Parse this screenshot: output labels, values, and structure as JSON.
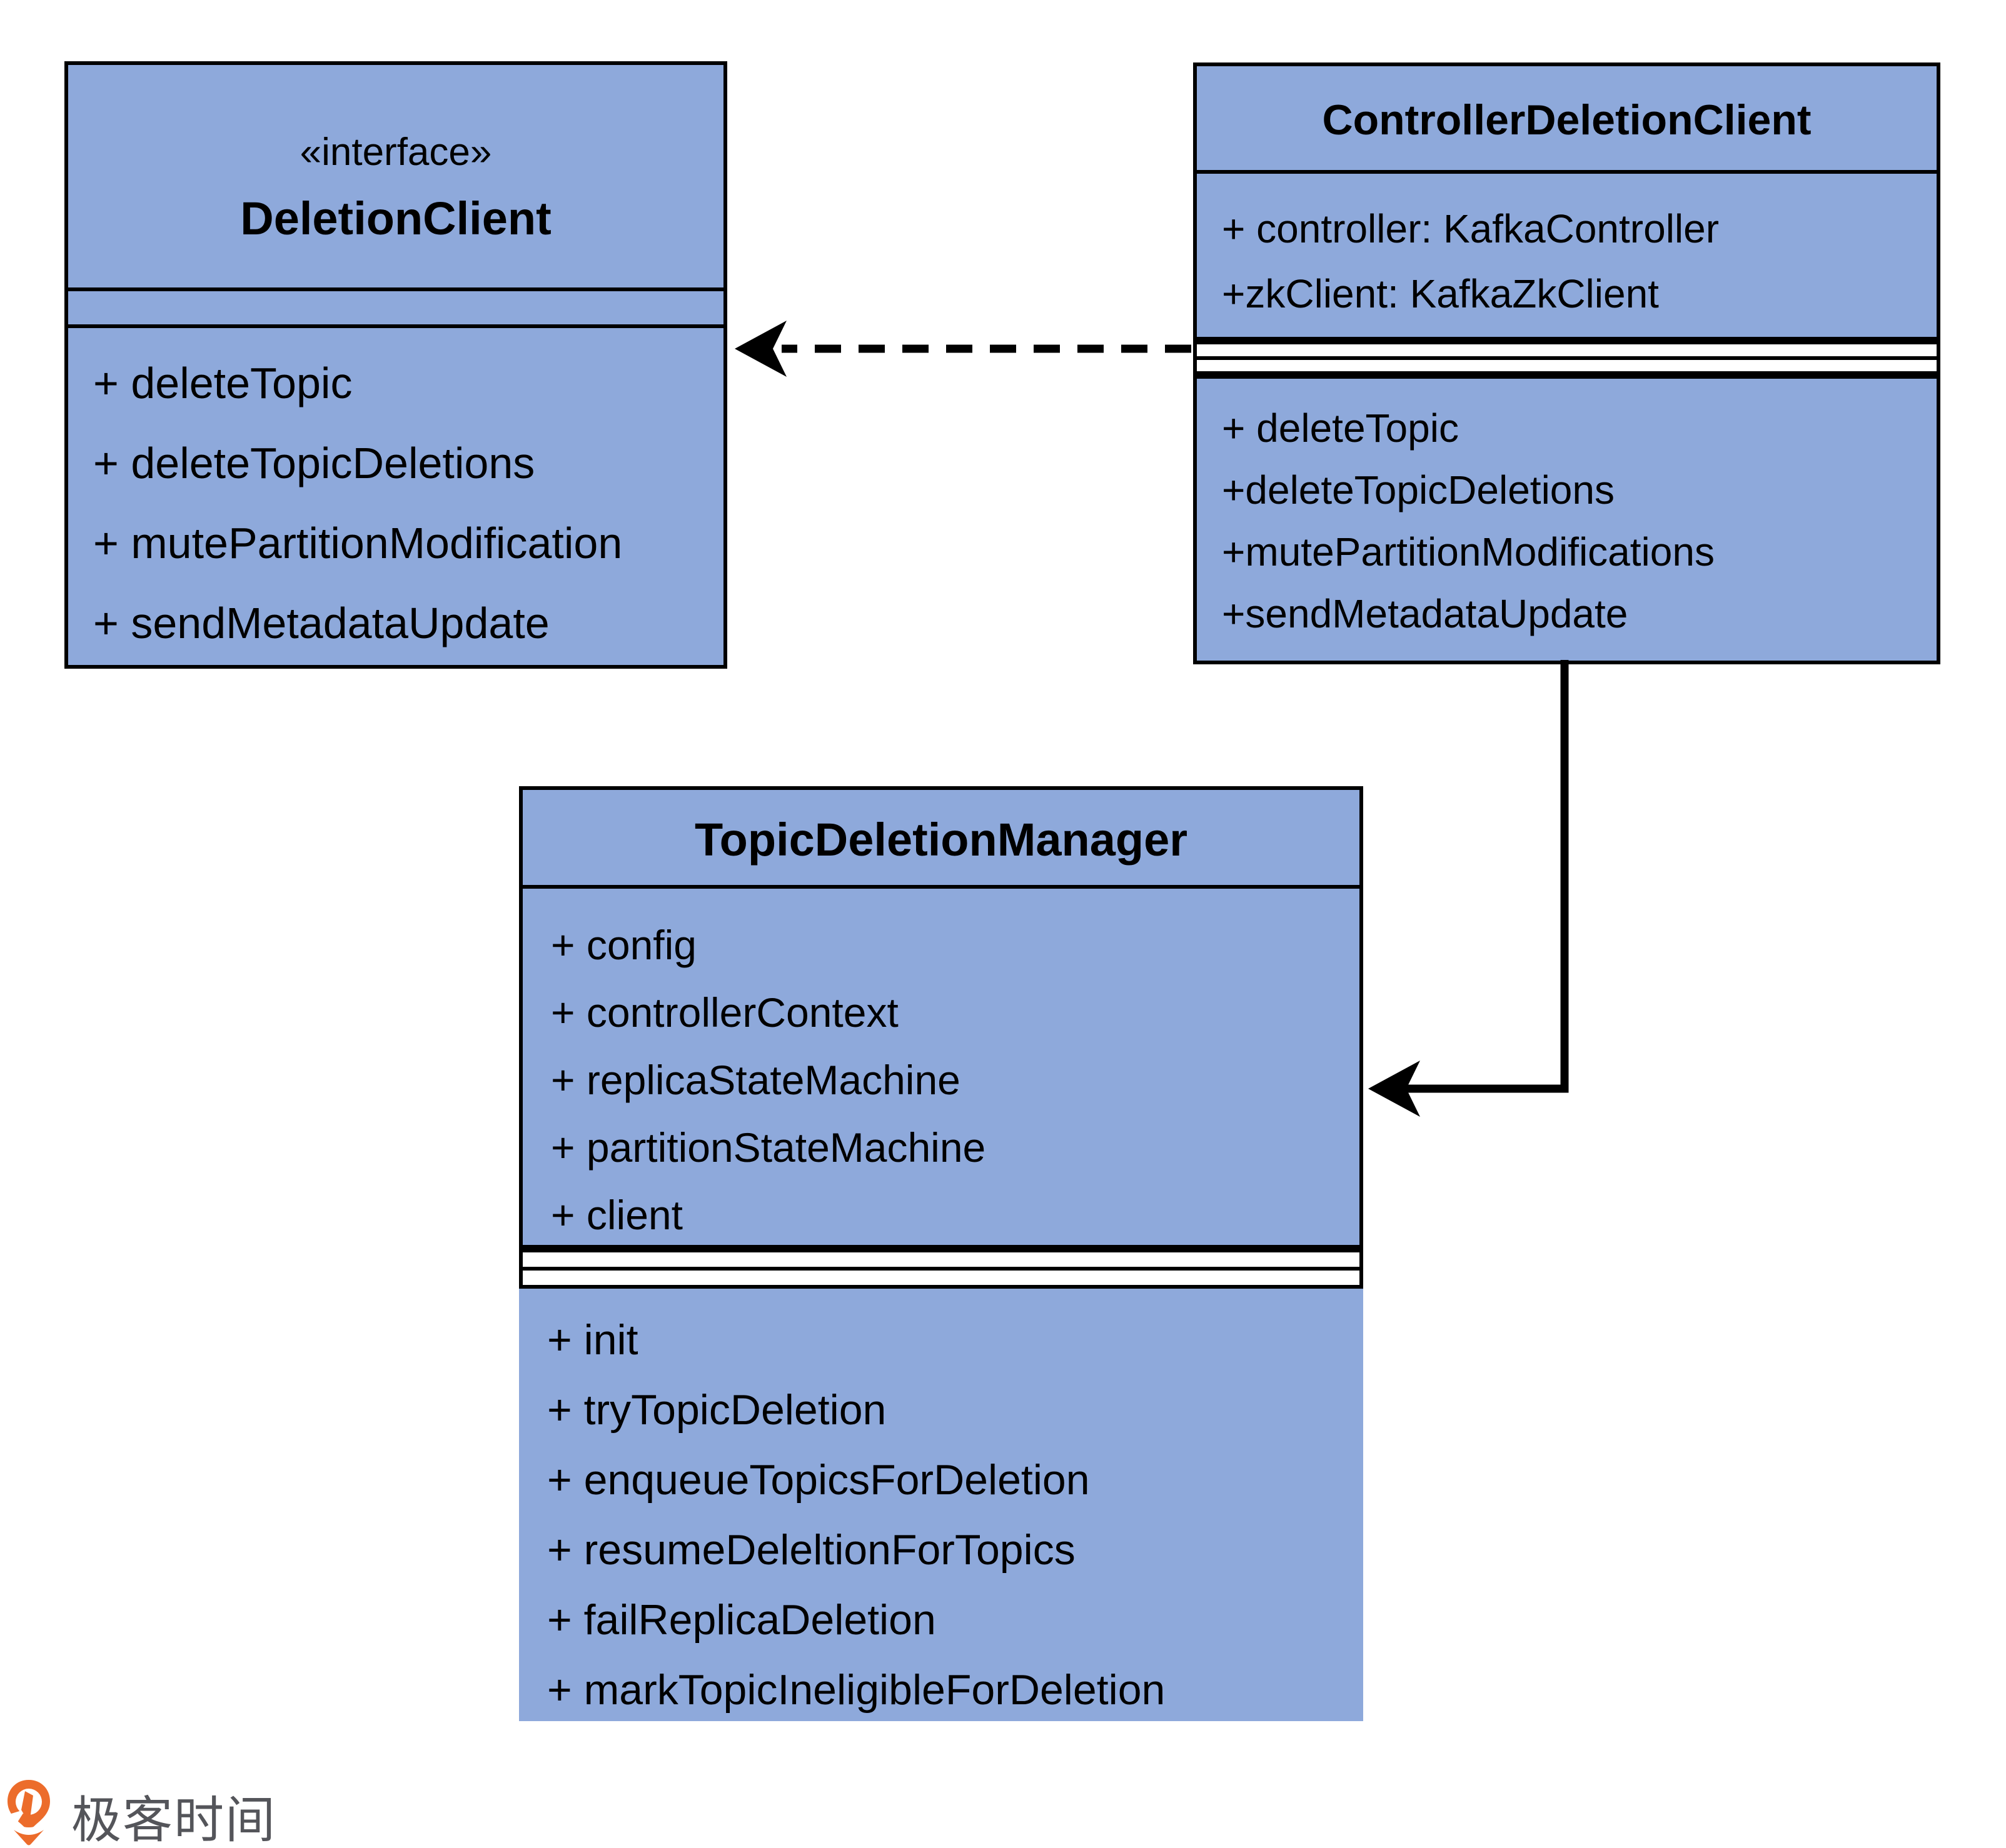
{
  "diagram": {
    "background": "#ffffff",
    "box_fill": "#8EA9DB",
    "box_border": "#000000",
    "classes": {
      "deletionClient": {
        "stereotype": "«interface»",
        "name": "DeletionClient",
        "attributes": [],
        "methods": [
          "+ deleteTopic",
          "+ deleteTopicDeletions",
          "+ mutePartitionModification",
          "+ sendMetadataUpdate"
        ]
      },
      "controllerDeletionClient": {
        "name": "ControllerDeletionClient",
        "attributes": [
          "+ controller: KafkaController",
          "+zkClient: KafkaZkClient"
        ],
        "methods": [
          "+ deleteTopic",
          "+deleteTopicDeletions",
          "+mutePartitionModifications",
          "+sendMetadataUpdate"
        ]
      },
      "topicDeletionManager": {
        "name": "TopicDeletionManager",
        "attributes": [
          "+ config",
          "+ controllerContext",
          "+ replicaStateMachine",
          "+ partitionStateMachine",
          "+ client"
        ],
        "methods": [
          "+ init",
          "+ tryTopicDeletion",
          "+ enqueueTopicsForDeletion",
          "+ resumeDeleltionForTopics",
          "+ failReplicaDeletion",
          "+ markTopicIneligibleForDeletion"
        ]
      }
    },
    "relations": [
      {
        "type": "dependency",
        "style": "dashed",
        "from": "ControllerDeletionClient",
        "to": "DeletionClient"
      },
      {
        "type": "association",
        "style": "solid",
        "from": "ControllerDeletionClient",
        "to": "TopicDeletionManager"
      }
    ]
  },
  "footer": {
    "logo_text": "极客时间",
    "logo_orange": "#EC6C2B",
    "logo_text_color": "#54555A"
  }
}
